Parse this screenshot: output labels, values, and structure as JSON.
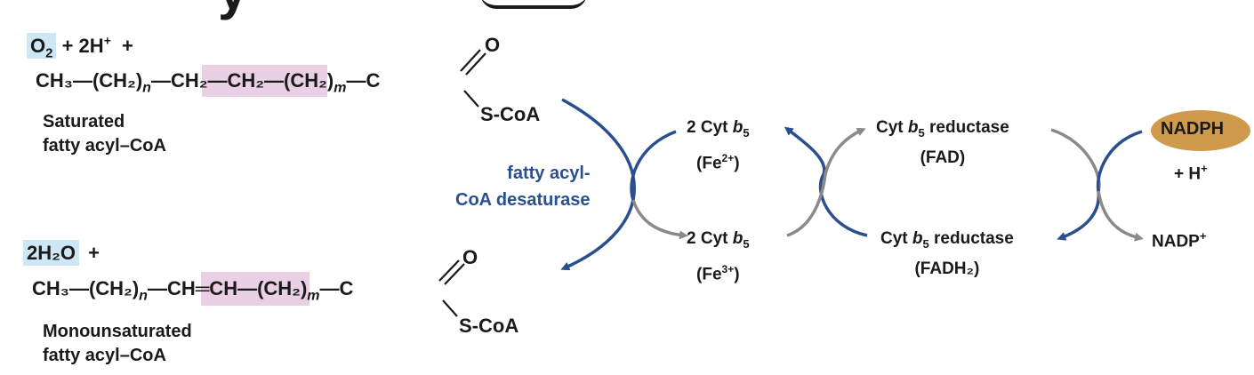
{
  "top_cut_text": "y",
  "saturated": {
    "reactant_prefix": "O",
    "reactant_sub": "2",
    "plus_h": "+ 2H",
    "h_sup": "+",
    "trailing_plus": "+",
    "formula_parts": {
      "ch3": "CH₃—(CH₂)",
      "n": "n",
      "mid": "—CH₂—CH₂—",
      "ch2m": "(CH₂)",
      "m": "m",
      "c": "—C",
      "o": "O",
      "scoa": "S-CoA"
    },
    "caption_line1": "Saturated",
    "caption_line2": "fatty acyl–CoA"
  },
  "monounsaturated": {
    "product": "2H₂O",
    "trailing_plus": "+",
    "formula_parts": {
      "ch3": "CH₃—(CH₂)",
      "n": "n",
      "mid": "—CH═CH—",
      "ch2m": "(CH₂)",
      "m": "m",
      "c": "—C",
      "o": "O",
      "scoa": "S-CoA"
    },
    "caption_line1": "Monounsaturated",
    "caption_line2": "fatty acyl–CoA"
  },
  "enzyme": {
    "line1": "fatty acyl-",
    "line2": "CoA desaturase"
  },
  "cyt_b5_reduced": {
    "line1": "2 Cyt ",
    "b": "b",
    "sub": "5",
    "line2": "(Fe",
    "sup": "2+",
    "close": ")"
  },
  "cyt_b5_oxidized": {
    "line1": "2 Cyt  ",
    "b": "b",
    "sub": "5",
    "line2": "(Fe",
    "sup": "3+",
    "close": ")"
  },
  "reductase_fad": {
    "line1a": "Cyt ",
    "b": "b",
    "sub": "5",
    "line1b": " reductase",
    "line2": "(FAD)"
  },
  "reductase_fadh2": {
    "line1a": "Cyt ",
    "b": "b",
    "sub": "5",
    "line1b": " reductase",
    "line2": "(FADH₂)"
  },
  "nadph": {
    "label": "NADPH",
    "h": "+ H",
    "h_sup": "+"
  },
  "nadp": {
    "label": "NADP",
    "sup": "+"
  },
  "colors": {
    "arrow_blue": "#2a4f8f",
    "arrow_gray": "#8a8a8a",
    "nadph_fill": "#cf9a4c",
    "highlight_blue": "#cfe6f5",
    "highlight_pink": "#ead0e4"
  }
}
